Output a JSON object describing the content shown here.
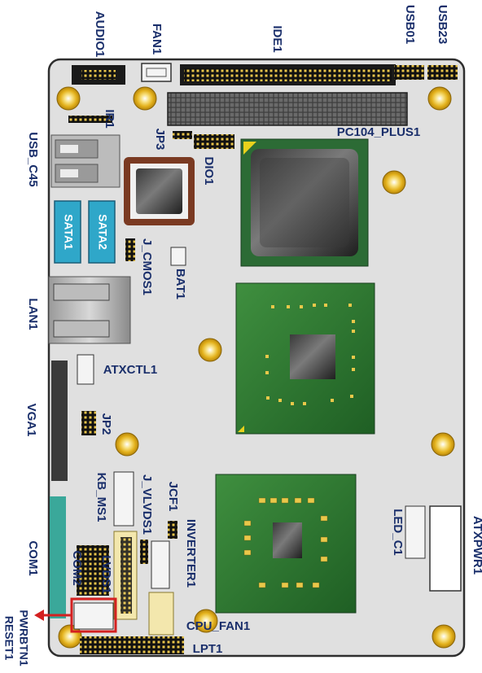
{
  "labels": {
    "audio1": "AUDIO1",
    "fan1": "FAN1",
    "ide1": "IDE1",
    "usb01": "USB01",
    "usb23": "USB23",
    "ir1": "IR1",
    "usb_c45": "USB_C45",
    "jp3": "JP3",
    "dio1": "DIO1",
    "pc104_plus1": "PC104_PLUS1",
    "sata1": "SATA1",
    "sata2": "SATA2",
    "j_cmos1": "J_CMOS1",
    "bat1": "BAT1",
    "lan1": "LAN1",
    "atxctl1": "ATXCTL1",
    "vga1": "VGA1",
    "jp2": "JP2",
    "kb_ms1": "KB_MS1",
    "j_vlvds1": "J_VLVDS1",
    "jcf1": "JCF1",
    "inverter1": "INVERTER1",
    "led_c1": "LED_C1",
    "atxpwr1": "ATXPWR1",
    "com1": "COM1",
    "com2": "COM2",
    "lvds1": "LVDS1",
    "pwrbtn1": "PWRBTN1",
    "reset1": "RESET1",
    "cpu_fan1": "CPU_FAN1",
    "lpt1": "LPT1"
  },
  "colors": {
    "board": "#e0e0e0",
    "board_outline": "#2e2e2e",
    "label_text": "#1a2f6b",
    "sata_blue": "#2fa7c9",
    "teal_port": "#3aa89a",
    "chip_green": "#2f7a2f",
    "highlight_red": "#d42020",
    "mount_hole_ring": "#e3b11c"
  }
}
